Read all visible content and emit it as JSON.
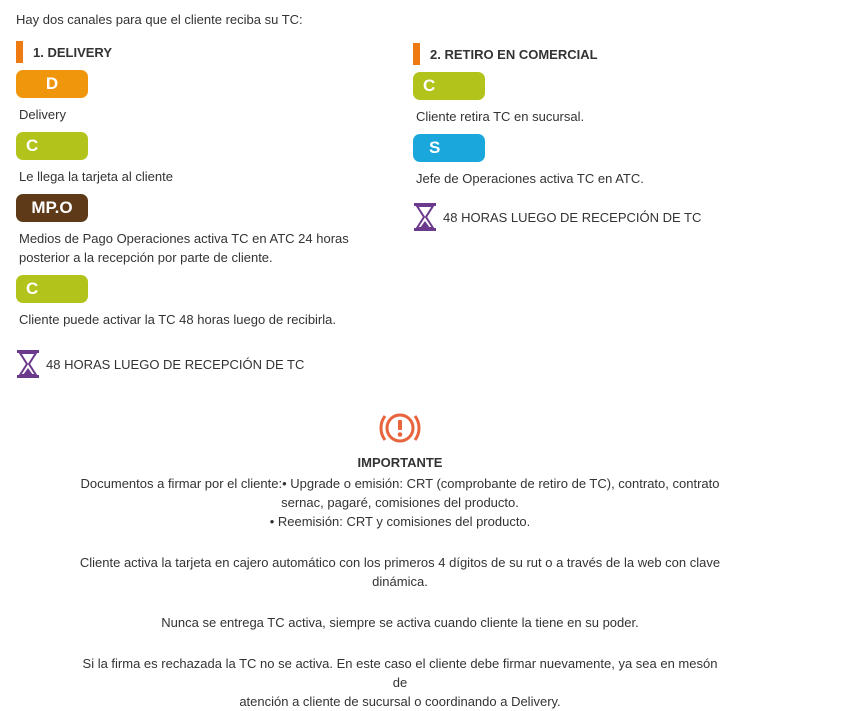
{
  "intro": "Hay dos canales para que el cliente reciba su TC:",
  "delivery": {
    "title": "1. DELIVERY",
    "steps": [
      {
        "badge": "D",
        "color": "#f0960c",
        "text": "Delivery"
      },
      {
        "badge": "C",
        "color": "#b2c31c",
        "text": "Le llega la tarjeta al cliente"
      },
      {
        "badge": "MP.O",
        "color": "#5e3a18",
        "text_line1": "Medios de Pago Operaciones activa TC en ATC 24 horas",
        "text_line2": "posterior a la recepción por parte de cliente."
      },
      {
        "badge": "C",
        "color": "#b2c31c",
        "text": "Cliente puede activar la TC 48 horas luego de recibirla."
      }
    ],
    "hours": "48 HORAS LUEGO DE RECEPCIÓN DE TC"
  },
  "retiro": {
    "title": "2. RETIRO EN COMERCIAL",
    "steps": [
      {
        "badge": "C",
        "color": "#b2c31c",
        "text": "Cliente retira TC en sucursal."
      },
      {
        "badge": "S",
        "color": "#1aa8dc",
        "text": "Jefe de Operaciones activa TC en ATC."
      }
    ],
    "hours": "48 HORAS LUEGO DE RECEPCIÓN DE TC"
  },
  "important": {
    "title": "IMPORTANTE",
    "doc_line1": "Documentos a firmar por el cliente:• Upgrade o emisión: CRT (comprobante de retiro de TC), contrato, contrato",
    "doc_line2": "sernac, pagaré, comisiones del producto.",
    "doc_line3": "• Reemisión: CRT y comisiones del producto.",
    "activa_line1": "Cliente activa la tarjeta en cajero automático con los primeros 4 dígitos de su rut o a través de la web con clave",
    "activa_line2": "dinámica.",
    "nunca": "Nunca se entrega TC activa, siempre se activa cuando cliente la tiene en su poder.",
    "firma_line1": "Si la firma es rechazada la TC no se activa. En este caso el cliente debe firmar nuevamente, ya sea en mesón de",
    "firma_line2": "atención a cliente de sucursal o coordinando a Delivery."
  },
  "colors": {
    "accent": "#ef7a12",
    "hourglass": "#6b3a8c",
    "alert": "#e8643c"
  },
  "icons": [
    "hourglass-icon",
    "alert-icon"
  ]
}
